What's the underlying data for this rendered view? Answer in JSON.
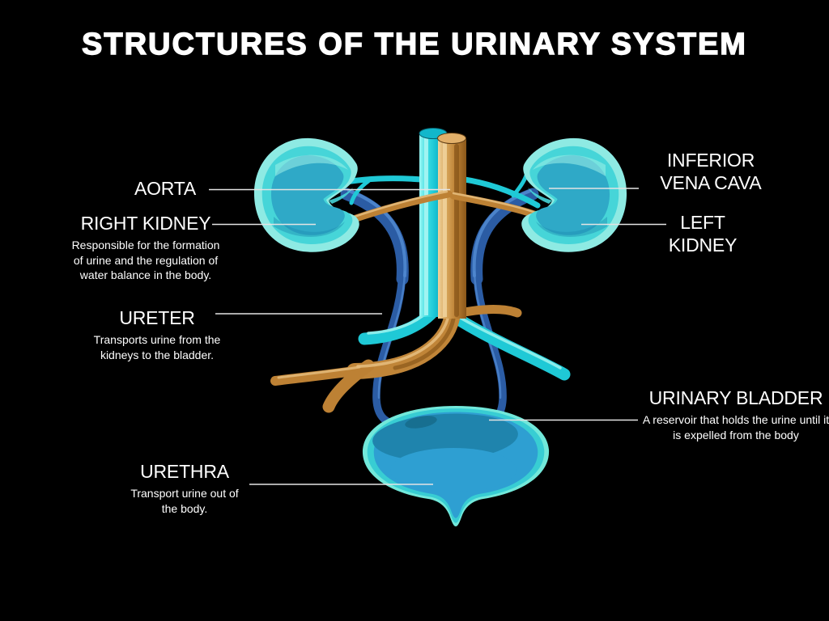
{
  "title": "STRUCTURES OF THE URINARY SYSTEM",
  "labels": {
    "aorta": {
      "name": "AORTA"
    },
    "right_kidney": {
      "name": "RIGHT KIDNEY",
      "description": "Responsible for the formation of urine and the regulation of water balance in the body."
    },
    "ureter": {
      "name": "URETER",
      "description": "Transports urine from the kidneys to the bladder."
    },
    "urethra": {
      "name": "URETHRA",
      "description": "Transport urine out of the body."
    },
    "inferior_vena_cava": {
      "name": "INFERIOR VENA CAVA"
    },
    "left_kidney": {
      "name": "LEFT KIDNEY"
    },
    "urinary_bladder": {
      "name": "URINARY BLADDER",
      "description": "A reservoir that holds the urine until it is expelled from the body"
    }
  },
  "colors": {
    "background": "#000000",
    "text": "#FFFFFF",
    "leader_line": "#E4E4E4",
    "vena_cava_cyan": "#1FC9D6",
    "aorta_brown": "#BD8134",
    "kidney_outer": "#8EEAE3",
    "kidney_mid": "#46D5D8",
    "kidney_inner": "#2FA9C7",
    "ureter_blue": "#2B5CA4",
    "bladder_rim": "#72E8DA",
    "bladder_fill": "#2E9FD2",
    "bladder_dark": "#1F84AD"
  }
}
